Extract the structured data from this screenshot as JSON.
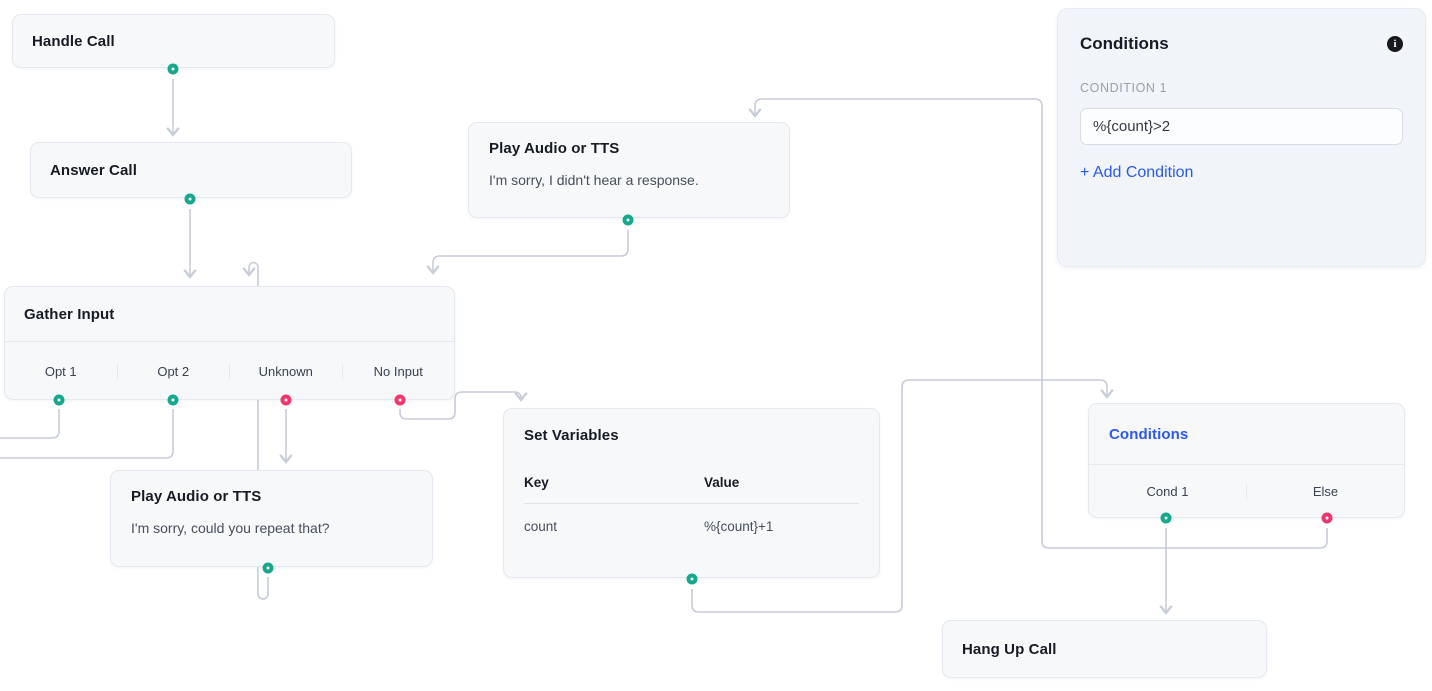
{
  "colors": {
    "teal": "#14a88c",
    "pink": "#f2356d",
    "blue": "#2b59f0",
    "edge": "#c7ccd9"
  },
  "nodes": {
    "handle_call": {
      "title": "Handle Call"
    },
    "answer_call": {
      "title": "Answer Call"
    },
    "play_no_response": {
      "title": "Play Audio or TTS",
      "body": "I'm sorry, I didn't hear a response."
    },
    "gather_input": {
      "title": "Gather Input",
      "branches": [
        {
          "label": "Opt 1",
          "port_color": "teal"
        },
        {
          "label": "Opt 2",
          "port_color": "teal"
        },
        {
          "label": "Unknown",
          "port_color": "pink"
        },
        {
          "label": "No Input",
          "port_color": "pink"
        }
      ]
    },
    "play_repeat": {
      "title": "Play Audio or TTS",
      "body": "I'm sorry, could you repeat that?"
    },
    "set_variables": {
      "title": "Set Variables",
      "table": {
        "key_header": "Key",
        "value_header": "Value",
        "rows": [
          {
            "key": "count",
            "value": "%{count}+1"
          }
        ]
      }
    },
    "conditions_node": {
      "title": "Conditions",
      "branches": [
        {
          "label": "Cond 1",
          "port_color": "teal"
        },
        {
          "label": "Else",
          "port_color": "pink"
        }
      ]
    },
    "hang_up": {
      "title": "Hang Up Call"
    }
  },
  "panel": {
    "title": "Conditions",
    "info_icon": "i",
    "section_label": "CONDITION 1",
    "condition_value": "%{count}>2",
    "add_condition_label": "+ Add Condition"
  }
}
